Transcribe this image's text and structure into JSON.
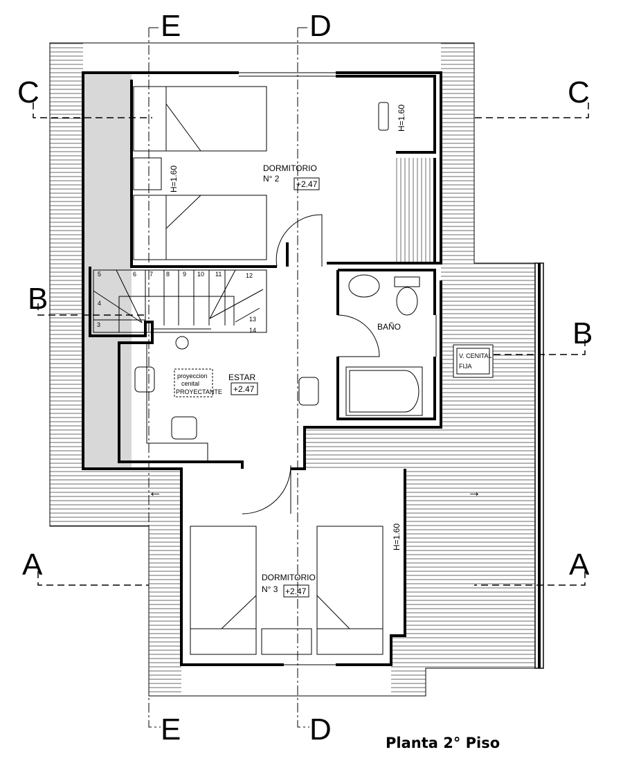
{
  "title": "Planta 2° Piso",
  "sections": {
    "a": "A",
    "b": "B",
    "c": "C",
    "d": "D",
    "e": "E"
  },
  "rooms": {
    "dorm2": {
      "name": "DORMITORIO",
      "number": "N° 2",
      "level": "+2.47"
    },
    "dorm3": {
      "name": "DORMITORIO",
      "number": "N° 3",
      "level": "+2.47"
    },
    "bano": {
      "name": "BAÑO"
    },
    "estar": {
      "name": "ESTAR",
      "level": "+2.47"
    }
  },
  "heights": {
    "h1": "H=1.60",
    "h2": "H=1.60",
    "h3": "H=1.60"
  },
  "skylight_projection": [
    "proyeccion",
    "cenital",
    "PROYECTANTE"
  ],
  "skylight_fixed": [
    "V. CENITAL",
    "FIJA"
  ],
  "stair_steps": [
    "3",
    "4",
    "5",
    "6",
    "7",
    "8",
    "9",
    "10",
    "11",
    "12",
    "13",
    "14"
  ],
  "arrows": {
    "left": "←",
    "right": "→"
  }
}
